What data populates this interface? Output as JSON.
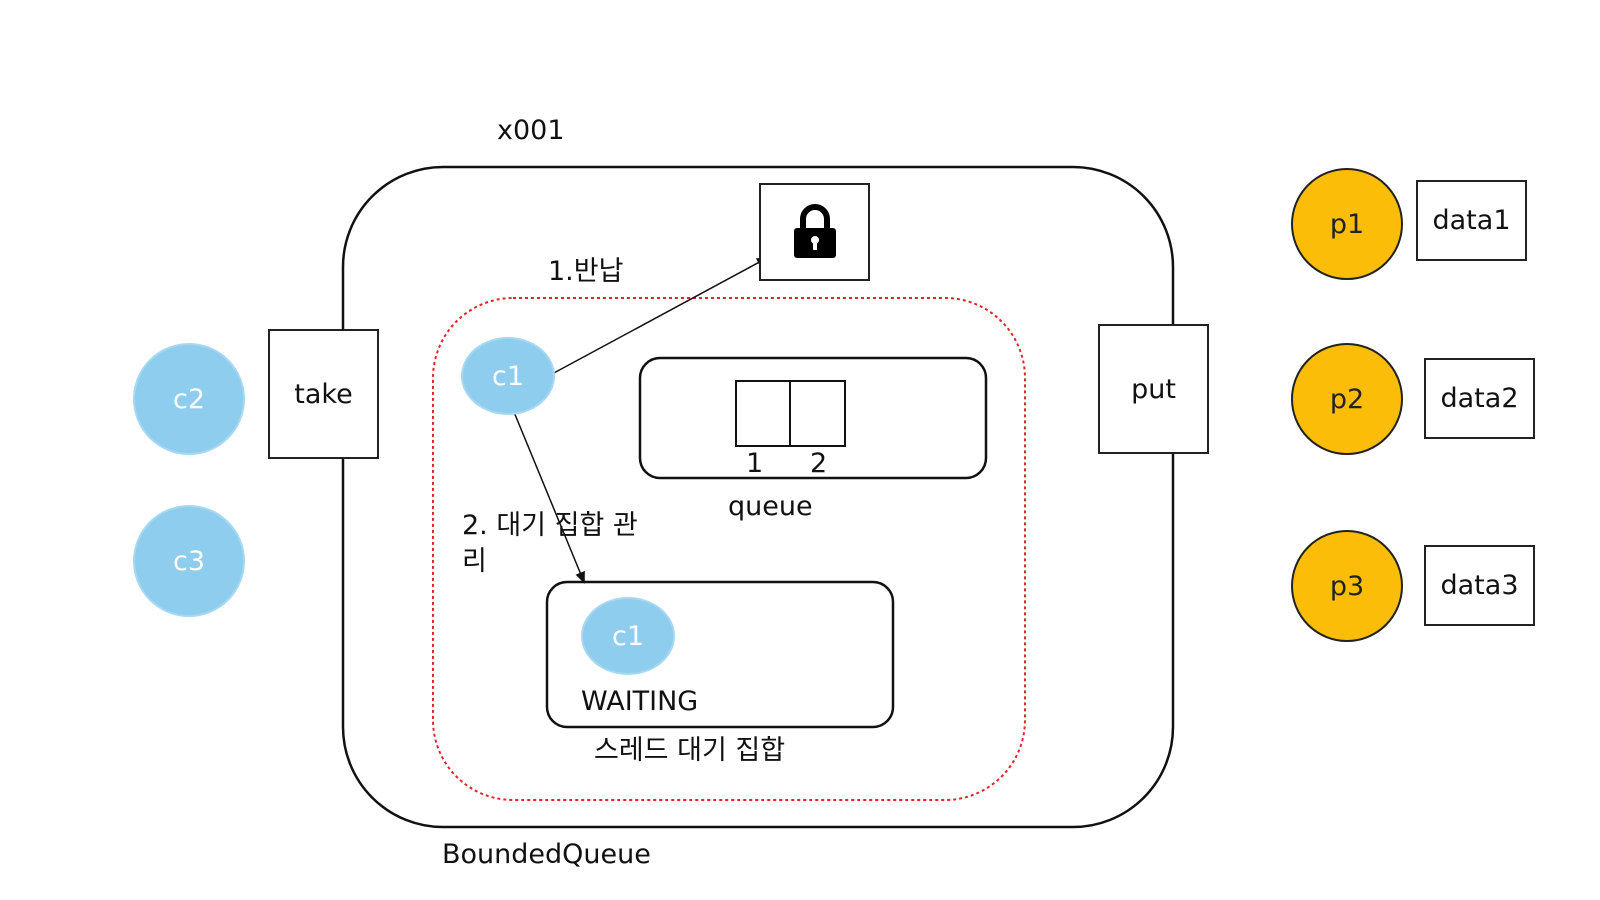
{
  "object_id": "x001",
  "object_name": "BoundedQueue",
  "lock": {
    "icon": "lock-icon"
  },
  "methods": {
    "take": "take",
    "put": "put"
  },
  "consumers_outside": [
    {
      "name": "c2"
    },
    {
      "name": "c3"
    }
  ],
  "producers": [
    {
      "name": "p1",
      "data": "data1"
    },
    {
      "name": "p2",
      "data": "data2"
    },
    {
      "name": "p3",
      "data": "data3"
    }
  ],
  "active_thread": {
    "name": "c1"
  },
  "steps": {
    "release_lock": "1.반납",
    "manage_wait_set_line1": "2. 대기 집합 관",
    "manage_wait_set_line2": "리"
  },
  "queue": {
    "label": "queue",
    "slots": [
      "1",
      "2"
    ]
  },
  "wait_set": {
    "label": "스레드 대기 집합",
    "thread": "c1",
    "state": "WAITING"
  },
  "colors": {
    "consumer": "#8fcdee",
    "producer": "#fbbd07",
    "monitor_boundary": "#e0262a",
    "outline": "#222222"
  }
}
